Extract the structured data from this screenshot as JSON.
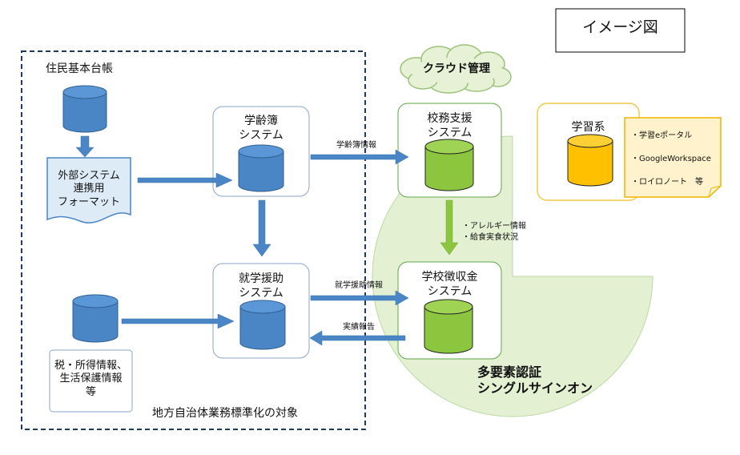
{
  "image_label": "イメージ図",
  "cloud_label": "クラウド管理",
  "standardization_label": "地方自治体業務標準化の対象",
  "resident_registry": "住民基本台帳",
  "external_format": [
    "外部システム",
    "連携用",
    "フォーマット"
  ],
  "school_age_system": [
    "学齢簿",
    "システム"
  ],
  "school_aid_system": [
    "就学援助",
    "システム"
  ],
  "tax_info": [
    "税・所得情報、",
    "生活保護情報",
    "等"
  ],
  "school_support_system": [
    "校務支援",
    "システム"
  ],
  "school_fee_system": [
    "学校徴収金",
    "システム"
  ],
  "learning_system": "学習系",
  "learning_items": [
    "・学習eポータル",
    "・GoogleWorkspace",
    "・ロイロノート　等"
  ],
  "flow_labels": {
    "school_age_info": "学齢簿情報",
    "aid_info": "就学援助情報",
    "allergy_info": "・アレルギー情報",
    "meal_status": "・給食実食状況",
    "performance_report": "実績報告"
  },
  "auth_label": [
    "多要素認証",
    "シングルサインオン"
  ],
  "colors": {
    "blue_cylinder": "#4a86c5",
    "green_cylinder": "#8cc63f",
    "yellow_cylinder": "#ffc000",
    "arrow": "#4a86c5",
    "green_sector": "#e3f0d2",
    "cloud": "#e6f1d6"
  }
}
